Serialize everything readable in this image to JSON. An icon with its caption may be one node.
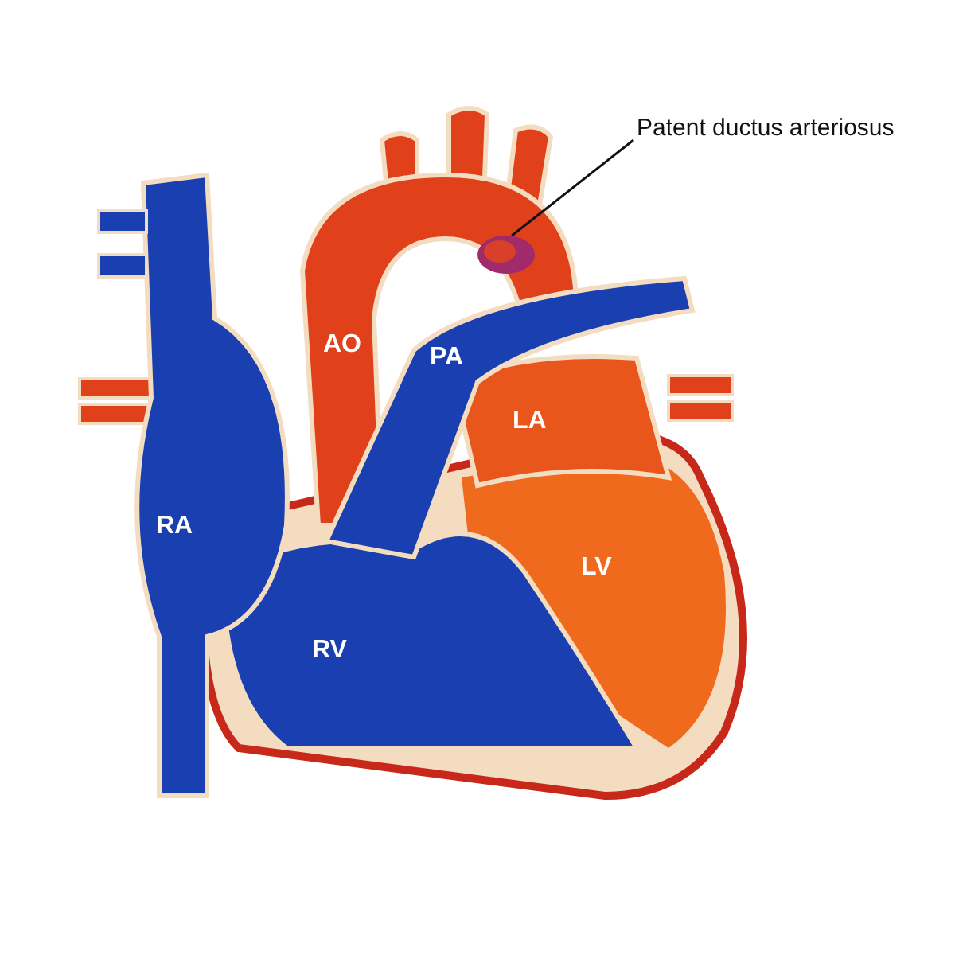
{
  "diagram": {
    "nodes": [
      {
        "text": [
          "Patent ductus arteriosus"
        ]
      },
      {
        "text": [],
        "shape": "picture"
      }
    ],
    "edges": [
      {
        "from": 0,
        "to": 1,
        "arrow": "none"
      }
    ],
    "labels": [
      "AO",
      "PA",
      "LA",
      "RA",
      "LV",
      "RV"
    ]
  }
}
